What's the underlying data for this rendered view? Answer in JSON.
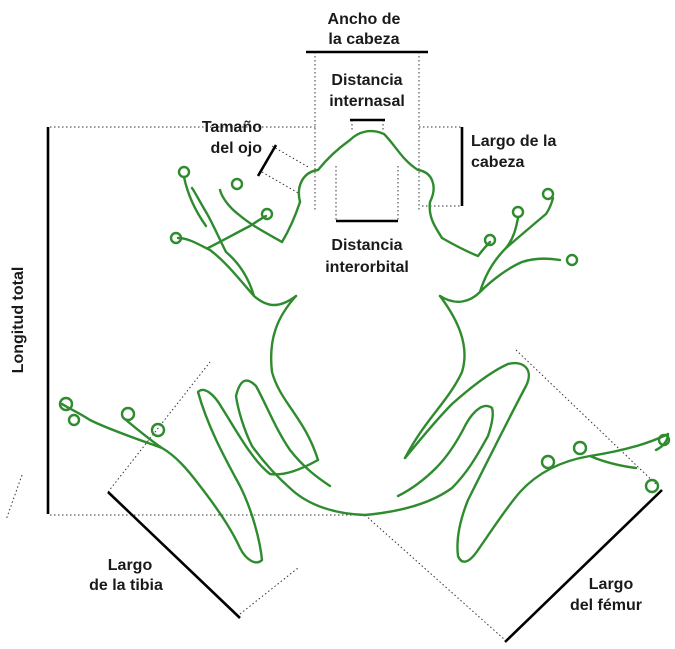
{
  "labels": {
    "head_width": [
      "Ancho de",
      "la cabeza"
    ],
    "internasal": [
      "Distancia",
      "internasal"
    ],
    "eye_size": [
      "Tamaño",
      "del ojo"
    ],
    "head_length": [
      "Largo de la",
      "cabeza"
    ],
    "interorbital": [
      "Distancia",
      "interorbital"
    ],
    "total_length": "Longitud total",
    "tibia": [
      "Largo",
      "de la tibia"
    ],
    "femur": [
      "Largo",
      "del fémur"
    ]
  },
  "colors": {
    "frog_outline": "#2e8b2e",
    "measure_bar": "#000000"
  }
}
